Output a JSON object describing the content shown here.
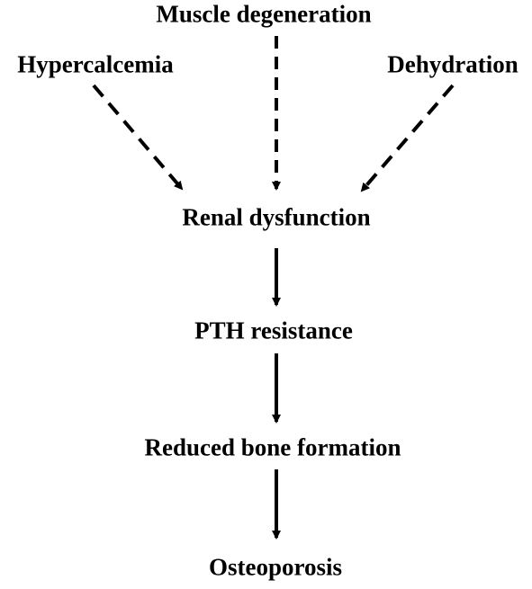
{
  "nodes": {
    "muscle_degeneration": "Muscle degeneration",
    "hypercalcemia": "Hypercalcemia",
    "dehydration": "Dehydration",
    "renal_dysfunction": "Renal dysfunction",
    "pth_resistance": "PTH resistance",
    "reduced_bone_formation": "Reduced bone formation",
    "osteoporosis": "Osteoporosis"
  },
  "edges": [
    {
      "from": "hypercalcemia",
      "to": "renal_dysfunction",
      "style": "dashed"
    },
    {
      "from": "muscle_degeneration",
      "to": "renal_dysfunction",
      "style": "dashed"
    },
    {
      "from": "dehydration",
      "to": "renal_dysfunction",
      "style": "dashed"
    },
    {
      "from": "renal_dysfunction",
      "to": "pth_resistance",
      "style": "solid"
    },
    {
      "from": "pth_resistance",
      "to": "reduced_bone_formation",
      "style": "solid"
    },
    {
      "from": "reduced_bone_formation",
      "to": "osteoporosis",
      "style": "solid"
    }
  ],
  "colors": {
    "text": "#000000",
    "line": "#000000",
    "background": "#ffffff"
  }
}
